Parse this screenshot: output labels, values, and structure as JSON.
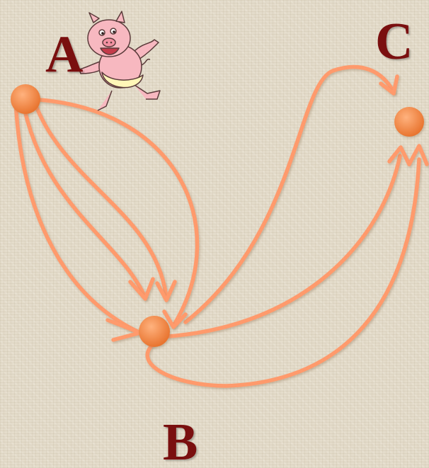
{
  "diagram": {
    "nodes": [
      {
        "id": "A",
        "label": "A"
      },
      {
        "id": "B",
        "label": "B"
      },
      {
        "id": "C",
        "label": "C"
      }
    ],
    "edges": [
      {
        "from": "A",
        "to": "B"
      },
      {
        "from": "A",
        "to": "B"
      },
      {
        "from": "A",
        "to": "B"
      },
      {
        "from": "A",
        "to": "B"
      },
      {
        "from": "B",
        "to": "C"
      },
      {
        "from": "B",
        "to": "C"
      },
      {
        "from": "B",
        "to": "C"
      }
    ]
  },
  "colors": {
    "label": "#7a0f0f",
    "arrow": "#ff9a6c",
    "node": "#f08a48",
    "background": "#e4dccb"
  },
  "icons": {
    "character": "cartoon-pig-icon"
  }
}
